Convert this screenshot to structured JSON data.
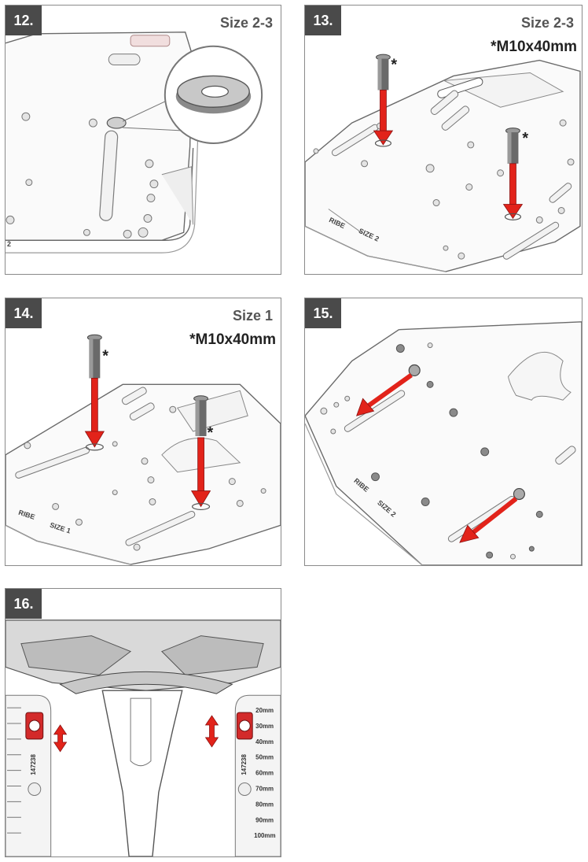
{
  "steps": [
    {
      "number": "12.",
      "size": "Size 2-3"
    },
    {
      "number": "13.",
      "size": "Size 2-3",
      "note": "*M10x40mm"
    },
    {
      "number": "14.",
      "size": "Size 1",
      "note": "*M10x40mm"
    },
    {
      "number": "15."
    },
    {
      "number": "16."
    }
  ],
  "plate_stamps": {
    "size2": "SIZE 2",
    "size1": "SIZE 1",
    "brand": "RIBE"
  },
  "bolt_marker": "*",
  "scale": {
    "part_number": "147238",
    "marks": [
      "20mm",
      "30mm",
      "40mm",
      "50mm",
      "60mm",
      "70mm",
      "80mm",
      "90mm",
      "100mm"
    ]
  },
  "colors": {
    "arrow": "#e2231a",
    "tab": "#4a4a4a",
    "plate_line": "#6a6a6a"
  }
}
